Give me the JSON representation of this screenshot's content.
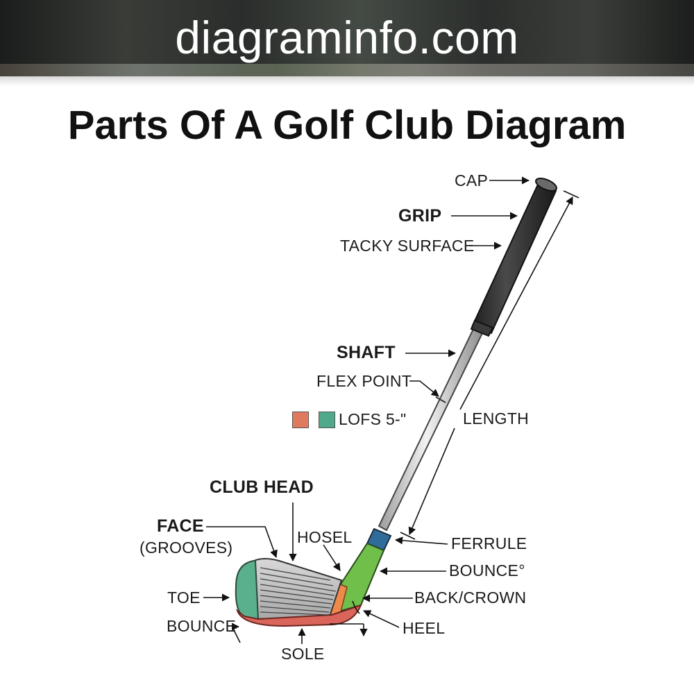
{
  "site": {
    "name": "diagraminfo.com"
  },
  "title": "Parts Of A Golf Club Diagram",
  "labels": {
    "cap": "CAP",
    "grip": "GRIP",
    "tacky_surface": "TACKY SURFACE",
    "shaft": "SHAFT",
    "flex_point": "FLEX POINT",
    "legend_text": "LOFS 5-\"",
    "length": "LENGTH",
    "club_head": "CLUB HEAD",
    "face": "FACE",
    "grooves": "(GROOVES)",
    "hosel": "HOSEL",
    "ferrule": "FERRULE",
    "bounce_right": "BOUNCE°",
    "back_crown": "BACK/CROWN",
    "toe": "TOE",
    "bounce_left": "BOUNCE",
    "heel": "HEEL",
    "sole": "SOLE"
  },
  "colors": {
    "legend_orange": "#e07a5f",
    "legend_green": "#4fa98a",
    "grip": "#2b2b2b",
    "shaft": "#c9c9c9",
    "ferrule": "#2f6c9a",
    "hosel_green": "#6fbf4a",
    "heel_orange": "#f08a4b",
    "toe_green": "#5aaf8c",
    "sole_red": "#d9655b",
    "face": "#b8b8b8"
  }
}
